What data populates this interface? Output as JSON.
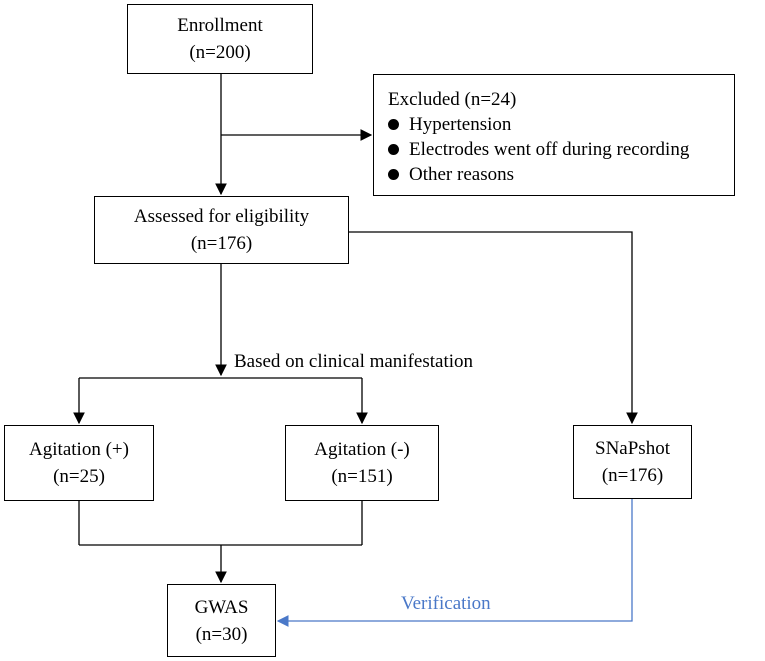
{
  "enrollment": {
    "title": "Enrollment",
    "count": "(n=200)"
  },
  "excluded": {
    "title": "Excluded (n=24)",
    "reasons": [
      "Hypertension",
      "Electrodes went off during recording",
      "Other reasons"
    ]
  },
  "assessed": {
    "title": "Assessed for eligibility",
    "count": "(n=176)"
  },
  "split_label": "Based on clinical manifestation",
  "agitation_pos": {
    "title": "Agitation (+)",
    "count": "(n=25)"
  },
  "agitation_neg": {
    "title": "Agitation (-)",
    "count": "(n=151)"
  },
  "snapshot": {
    "title": "SNaPshot",
    "count": "(n=176)"
  },
  "gwas": {
    "title": "GWAS",
    "count": "(n=30)"
  },
  "verification_label": "Verification",
  "colors": {
    "line": "#000000",
    "verification": "#4a78c8"
  }
}
